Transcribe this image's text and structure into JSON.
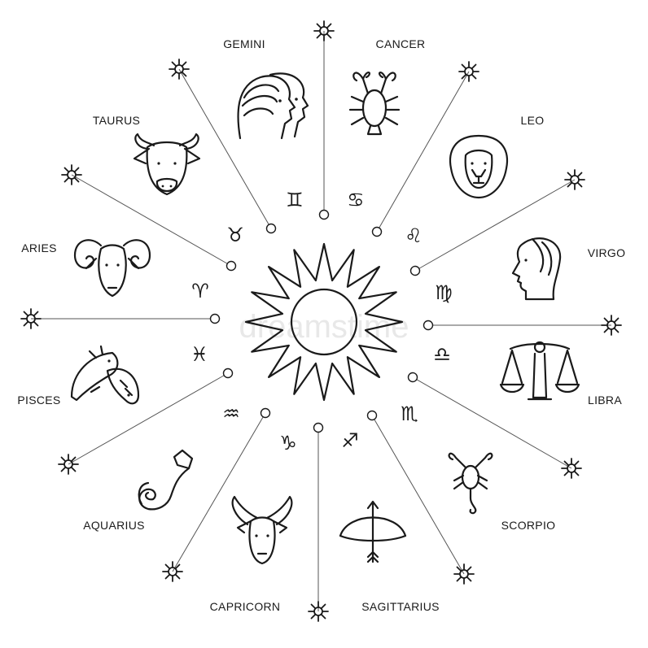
{
  "center": {
    "icon": "sun-icon"
  },
  "watermark": "dreamstime",
  "signs": [
    {
      "id": "gemini",
      "name": "GEMINI",
      "glyph": "♊",
      "icon": "twins-faces-icon"
    },
    {
      "id": "cancer",
      "name": "CANCER",
      "glyph": "♋",
      "icon": "crab-icon"
    },
    {
      "id": "leo",
      "name": "LEO",
      "glyph": "♌",
      "icon": "lion-head-icon"
    },
    {
      "id": "virgo",
      "name": "VIRGO",
      "glyph": "♍",
      "icon": "woman-profile-icon"
    },
    {
      "id": "libra",
      "name": "LIBRA",
      "glyph": "♎",
      "icon": "scales-icon"
    },
    {
      "id": "scorpio",
      "name": "SCORPIO",
      "glyph": "♏",
      "icon": "scorpion-icon"
    },
    {
      "id": "sagittarius",
      "name": "SAGITTARIUS",
      "glyph": "♐",
      "icon": "bow-and-arrow-icon"
    },
    {
      "id": "capricorn",
      "name": "CAPRICORN",
      "glyph": "♑",
      "icon": "goat-head-icon"
    },
    {
      "id": "aquarius",
      "name": "AQUARIUS",
      "glyph": "♒",
      "icon": "water-jug-icon"
    },
    {
      "id": "pisces",
      "name": "PISCES",
      "glyph": "♓",
      "icon": "two-fish-icon"
    },
    {
      "id": "aries",
      "name": "ARIES",
      "glyph": "♈",
      "icon": "ram-head-icon"
    },
    {
      "id": "taurus",
      "name": "TAURUS",
      "glyph": "♉",
      "icon": "bull-head-icon"
    }
  ],
  "ray_end_icon": "star-icon"
}
